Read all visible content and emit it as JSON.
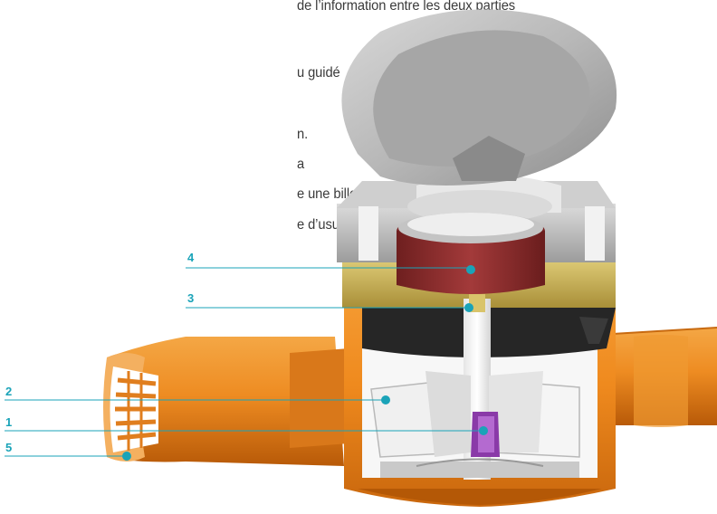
{
  "text_lines": [
    "de l’information entre les deux parties",
    "u guidé",
    "n.",
    "a",
    "e une bille.",
    "e d’usure"
  ],
  "callouts": [
    {
      "number": "4",
      "icon": "dot-marker-icon"
    },
    {
      "number": "3",
      "icon": "dot-marker-icon"
    },
    {
      "number": "2",
      "icon": "dot-marker-icon"
    },
    {
      "number": "1",
      "icon": "dot-marker-icon"
    },
    {
      "number": "5",
      "icon": "dot-marker-icon"
    }
  ],
  "colors": {
    "accent": "#1aa3b8",
    "body_orange": "#ef8a1e",
    "body_dark_orange": "#c65f0a",
    "register_red": "#8c2a2a",
    "brass": "#c9b15a",
    "lid_grey": "#9a9a9a",
    "turbine_white": "#f2f2f2",
    "magnet_purple": "#8a3aa8"
  }
}
